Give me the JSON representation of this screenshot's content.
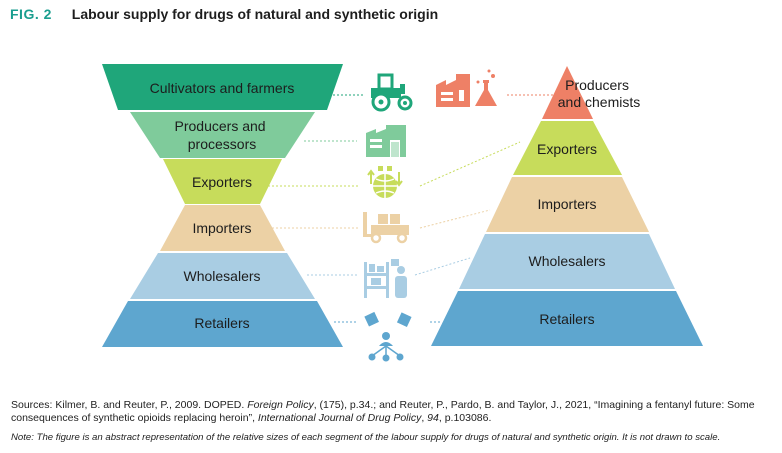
{
  "figure": {
    "label": "FIG. 2",
    "title": "Labour supply for drugs of natural and synthetic origin"
  },
  "natural": {
    "segments": [
      {
        "label_lines": [
          "Cultivators and farmers"
        ],
        "color": "#1fa67a"
      },
      {
        "label_lines": [
          "Producers and",
          "processors"
        ],
        "color": "#7fcb9b"
      },
      {
        "label_lines": [
          "Exporters"
        ],
        "color": "#c7dc5b"
      },
      {
        "label_lines": [
          "Importers"
        ],
        "color": "#ecd1a5"
      },
      {
        "label_lines": [
          "Wholesalers"
        ],
        "color": "#a9cde3"
      },
      {
        "label_lines": [
          "Retailers"
        ],
        "color": "#5ea6cf"
      }
    ]
  },
  "synthetic": {
    "segments": [
      {
        "label_lines": [
          "Producers",
          "and chemists"
        ],
        "color": "#ee8066"
      },
      {
        "label_lines": [
          "Exporters"
        ],
        "color": "#c7dc5b"
      },
      {
        "label_lines": [
          "Importers"
        ],
        "color": "#ecd1a5"
      },
      {
        "label_lines": [
          "Wholesalers"
        ],
        "color": "#a9cde3"
      },
      {
        "label_lines": [
          "Retailers"
        ],
        "color": "#5ea6cf"
      }
    ]
  },
  "icons": [
    {
      "name": "tractor-icon",
      "color": "#1fa67a"
    },
    {
      "name": "factory-icon",
      "color": "#ee8066"
    },
    {
      "name": "flask-icon",
      "color": "#ee8066"
    },
    {
      "name": "warehouse-icon",
      "color": "#7fcb9b"
    },
    {
      "name": "globe-export-icon",
      "color": "#c7dc5b"
    },
    {
      "name": "forklift-icon",
      "color": "#ecd1a5"
    },
    {
      "name": "wholesaler-icon",
      "color": "#a9cde3"
    },
    {
      "name": "retail-network-icon",
      "color": "#5ea6cf"
    }
  ],
  "sources": {
    "prefix": "Sources: Kilmer, B. and Reuter, P., 2009. DOPED. ",
    "journal1": "Foreign Policy",
    "mid": ", (175), p.34.; and Reuter, P., Pardo, B. and Taylor, J., 2021, “Imagining a fentanyl future: Some consequences of synthetic opioids replacing heroin”, ",
    "journal2": "International Journal of Drug Policy",
    "sep": ", ",
    "volume": "94",
    "suffix": ", p.103086."
  },
  "note": "Note: The figure is an abstract representation of the relative sizes of each segment of the labour supply for drugs of natural and synthetic origin. It is not drawn to scale."
}
